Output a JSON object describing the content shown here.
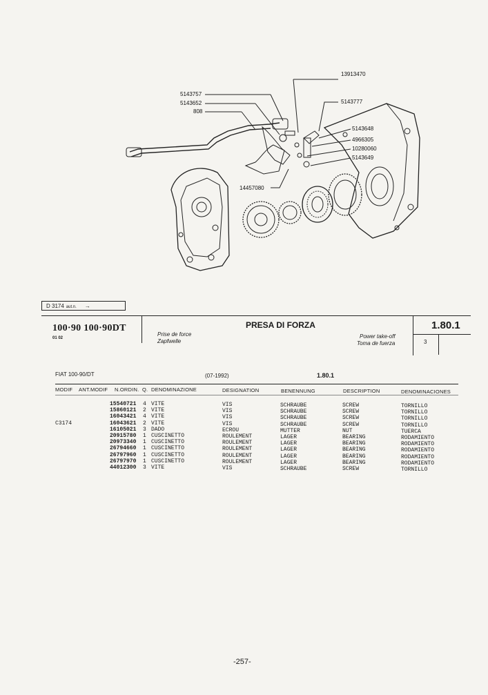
{
  "diagram": {
    "callouts": [
      {
        "id": "c1",
        "text": "13913470"
      },
      {
        "id": "c2",
        "text": "5143757"
      },
      {
        "id": "c3",
        "text": "5143652"
      },
      {
        "id": "c4",
        "text": "808"
      },
      {
        "id": "c5",
        "text": "5143777"
      },
      {
        "id": "c6",
        "text": "5143648"
      },
      {
        "id": "c7",
        "text": "4966305"
      },
      {
        "id": "c8",
        "text": "10280060"
      },
      {
        "id": "c9",
        "text": "5143649"
      },
      {
        "id": "c10",
        "text": "14457080"
      }
    ]
  },
  "reference_box": {
    "code": "D 3174",
    "note": "aut.n.",
    "arrow": "→"
  },
  "header": {
    "model": "100·90 100·90DT",
    "model_sub": "01 02",
    "title": "PRESA DI FORZA",
    "fr": "Prise de force",
    "de": "Zapfwelle",
    "en": "Power take-off",
    "es": "Toma de fuerza",
    "code": "1.80.1",
    "page_index": "3"
  },
  "table": {
    "fiat": "FIAT 100-90/DT",
    "date": "(07-1992)",
    "code": "1.80.1",
    "columns": [
      "MODIF",
      "ANT.MODIF",
      "N.ORDIN.",
      "Q.",
      "DENOMINAZIONE",
      "DESIGNATION",
      "BENENNUNG",
      "DESCRIPTION",
      "DENOMINACIONES"
    ],
    "rows": [
      {
        "modif": "",
        "ordin": "15540721",
        "q": "4",
        "it": "VITE",
        "fr": "VIS",
        "de": "SCHRAUBE",
        "en": "SCREW",
        "es": "TORNILLO"
      },
      {
        "modif": "",
        "ordin": "15860121",
        "q": "2",
        "it": "VITE",
        "fr": "VIS",
        "de": "SCHRAUBE",
        "en": "SCREW",
        "es": "TORNILLO"
      },
      {
        "modif": "",
        "ordin": "16043421",
        "q": "4",
        "it": "VITE",
        "fr": "VIS",
        "de": "SCHRAUBE",
        "en": "SCREW",
        "es": "TORNILLO"
      },
      {
        "modif": "C3174",
        "ordin": "16043621",
        "q": "2",
        "it": "VITE",
        "fr": "VIS",
        "de": "SCHRAUBE",
        "en": "SCREW",
        "es": "TORNILLO"
      },
      {
        "modif": "",
        "ordin": "16105021",
        "q": "3",
        "it": "DADO",
        "fr": "ECROU",
        "de": "MUTTER",
        "en": "NUT",
        "es": "TUERCA"
      },
      {
        "modif": "",
        "ordin": "20915780",
        "q": "1",
        "it": "CUSCINETTO",
        "fr": "ROULEMENT",
        "de": "LAGER",
        "en": "BEARING",
        "es": "RODAMIENTO"
      },
      {
        "modif": "",
        "ordin": "20973340",
        "q": "1",
        "it": "CUSCINETTO",
        "fr": "ROULEMENT",
        "de": "LAGER",
        "en": "BEARING",
        "es": "RODAMIENTO"
      },
      {
        "modif": "",
        "ordin": "26794660",
        "q": "1",
        "it": "CUSCINETTO",
        "fr": "ROULEMENT",
        "de": "LAGER",
        "en": "BEARING",
        "es": "RODAMIENTO"
      },
      {
        "modif": "",
        "ordin": "26797960",
        "q": "1",
        "it": "CUSCINETTO",
        "fr": "ROULEMENT",
        "de": "LAGER",
        "en": "BEARING",
        "es": "RODAMIENTO"
      },
      {
        "modif": "",
        "ordin": "26797970",
        "q": "1",
        "it": "CUSCINETTO",
        "fr": "ROULEMENT",
        "de": "LAGER",
        "en": "BEARING",
        "es": "RODAMIENTO"
      },
      {
        "modif": "",
        "ordin": "44012300",
        "q": "3",
        "it": "VITE",
        "fr": "VIS",
        "de": "SCHRAUBE",
        "en": "SCREW",
        "es": "TORNILLO"
      }
    ]
  },
  "footer": {
    "page_number": "-257-"
  }
}
